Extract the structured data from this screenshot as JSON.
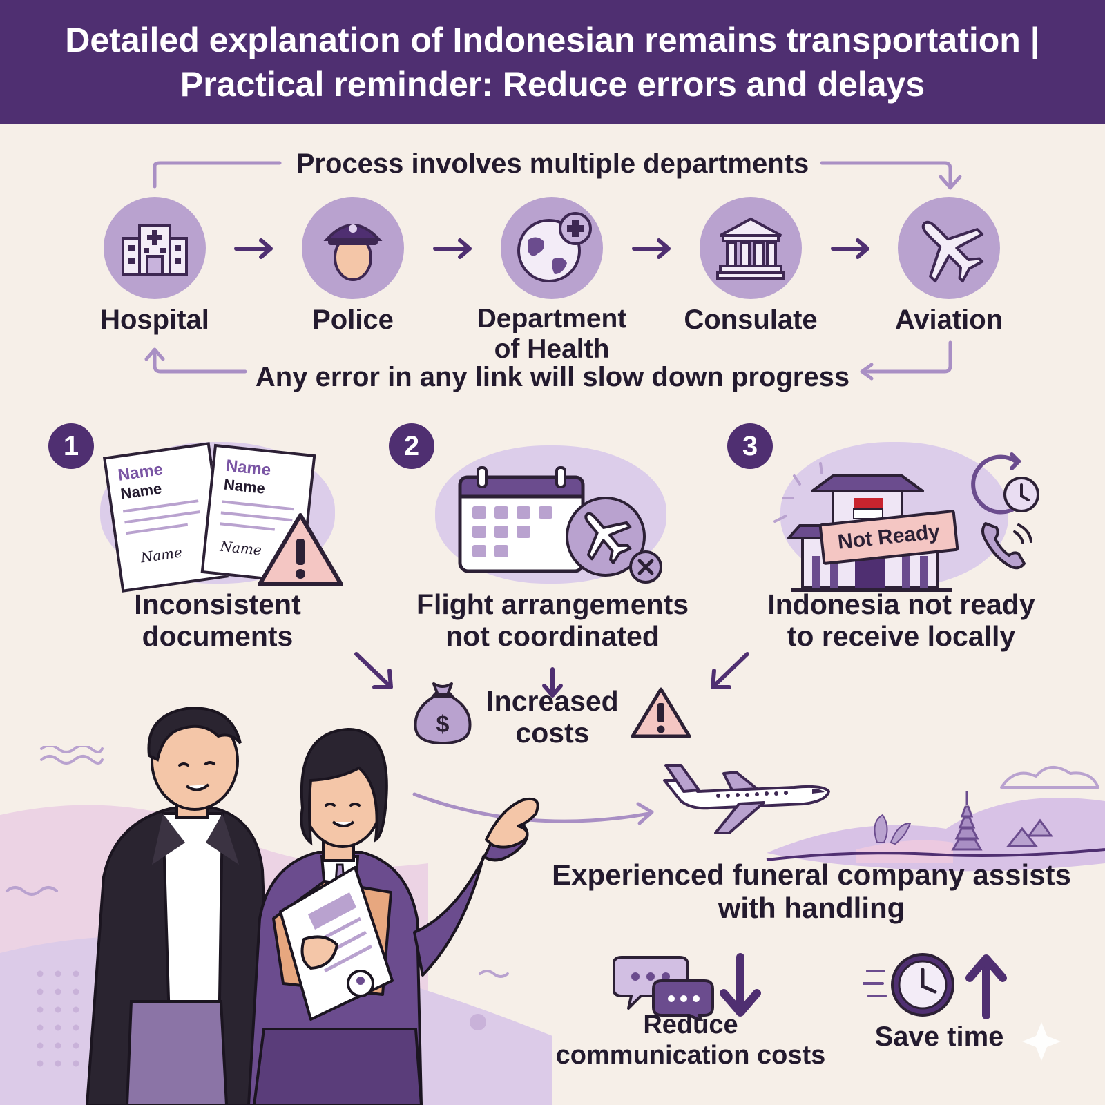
{
  "header": {
    "title_line1": "Detailed explanation of Indonesian remains transportation |",
    "title_line2": "Practical reminder: Reduce errors and delays"
  },
  "process": {
    "top_label": "Process involves multiple departments",
    "bottom_label": "Any error in any link will slow down progress",
    "departments": [
      {
        "label": "Hospital",
        "icon": "hospital-icon"
      },
      {
        "label": "Police",
        "icon": "police-officer-icon"
      },
      {
        "label_line1": "Department",
        "label_line2": "of Health",
        "icon": "globe-health-icon"
      },
      {
        "label": "Consulate",
        "icon": "consulate-building-icon"
      },
      {
        "label": "Aviation",
        "icon": "airplane-icon"
      }
    ]
  },
  "issues": [
    {
      "number": "1",
      "line1": "Inconsistent",
      "line2": "documents",
      "doc_text_top": "Name",
      "doc_text_sub": "Name",
      "doc_signature": "Name"
    },
    {
      "number": "2",
      "line1": "Flight arrangements",
      "line2": "not coordinated"
    },
    {
      "number": "3",
      "line1": "Indonesia not ready",
      "line2": "to receive locally",
      "sign_text": "Not Ready"
    }
  ],
  "consequence": {
    "line1": "Increased",
    "line2": "costs",
    "currency_symbol": "$"
  },
  "solution": {
    "line1": "Experienced funeral company assists",
    "line2": "with handling",
    "benefits": [
      {
        "line1": "Reduce",
        "line2": "communication costs",
        "icon": "chat-bubbles-icon",
        "trend": "down"
      },
      {
        "line1": "Save time",
        "icon": "clock-icon",
        "trend": "up"
      }
    ]
  },
  "colors": {
    "primary": "#4f2f71",
    "light_purple": "#b9a2cf",
    "pale_purple": "#dccdea",
    "background": "#f6efe8",
    "warning_pink": "#f4c6c3"
  }
}
